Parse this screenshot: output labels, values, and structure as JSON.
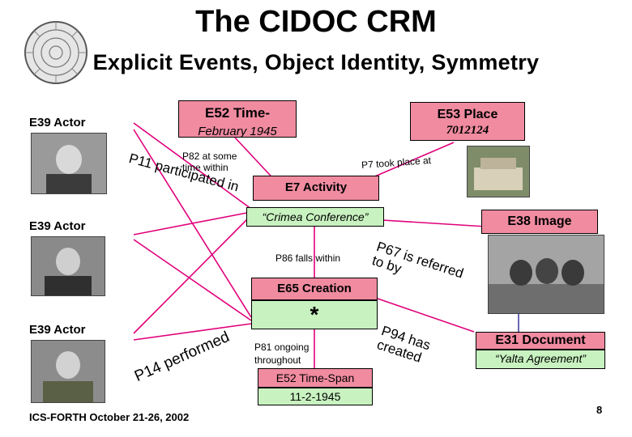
{
  "header": {
    "title": "The CIDOC CRM",
    "subtitle": "Explicit Events, Object Identity, Symmetry"
  },
  "nodes": {
    "actor1": "E39 Actor",
    "actor2": "E39 Actor",
    "actor3": "E39 Actor",
    "timespan_top": {
      "label": "E52 Time-",
      "value": "February 1945"
    },
    "place": {
      "label": "E53 Place",
      "value": "7012124"
    },
    "activity": {
      "label": "E7 Activity",
      "value": "“Crimea Conference”"
    },
    "image": "E38 Image",
    "creation": {
      "label": "E65 Creation",
      "value": "*"
    },
    "timespan_bottom": {
      "label": "E52 Time-Span",
      "value": "11-2-1945"
    },
    "document": {
      "label": "E31 Document",
      "value": "“Yalta Agreement”"
    }
  },
  "relations": {
    "p11": "P11 participated in",
    "p82": "P82 at some time within",
    "p7": "P7 took place at",
    "p86": "P86 falls within",
    "p67": "P67 is referred to by",
    "p81": "P81 ongoing throughout",
    "p94": "P94 has created",
    "p14": "P14 performed"
  },
  "footer": {
    "credit": "ICS-FORTH October 21-26, 2002",
    "page_number": "8"
  },
  "colors": {
    "box_pink": "#f08ba0",
    "box_green": "#c8f2c0",
    "line_magenta": "#e0007a",
    "line_blue": "#1a1a8c"
  }
}
